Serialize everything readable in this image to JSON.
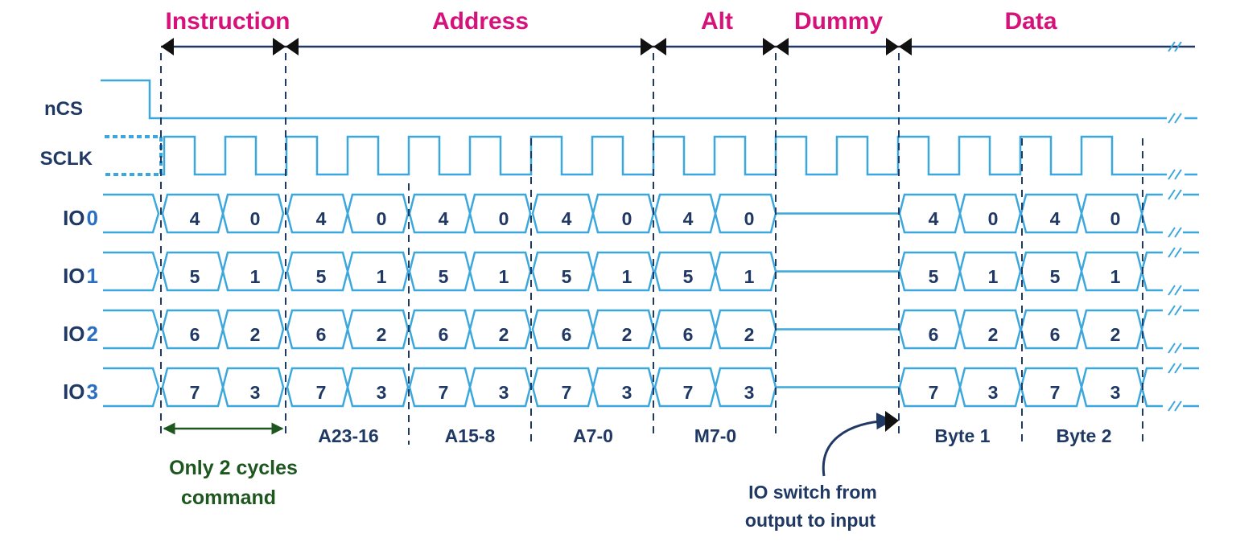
{
  "phases": {
    "instruction": "Instruction",
    "address": "Address",
    "alt": "Alt",
    "dummy": "Dummy",
    "data": "Data"
  },
  "signals": {
    "ncs": "nCS",
    "sclk": "SCLK",
    "io_prefix": "IO",
    "io_numbers": [
      "0",
      "1",
      "2",
      "3"
    ]
  },
  "lanes": [
    [
      "4",
      "0"
    ],
    [
      "5",
      "1"
    ],
    [
      "6",
      "2"
    ],
    [
      "7",
      "3"
    ]
  ],
  "segments": {
    "a23_16": "A23-16",
    "a15_8": "A15-8",
    "a7_0": "A7-0",
    "m7_0": "M7-0",
    "byte1": "Byte 1",
    "byte2": "Byte 2"
  },
  "notes": {
    "cmd_line1": "Only 2 cycles",
    "cmd_line2": "command",
    "switch_line1": "IO switch from",
    "switch_line2": "output to input"
  },
  "colors": {
    "phase": "#d6127a",
    "signal_label": "#1f3864",
    "waveform": "#3ca7dc",
    "note_green": "#1e5620"
  }
}
